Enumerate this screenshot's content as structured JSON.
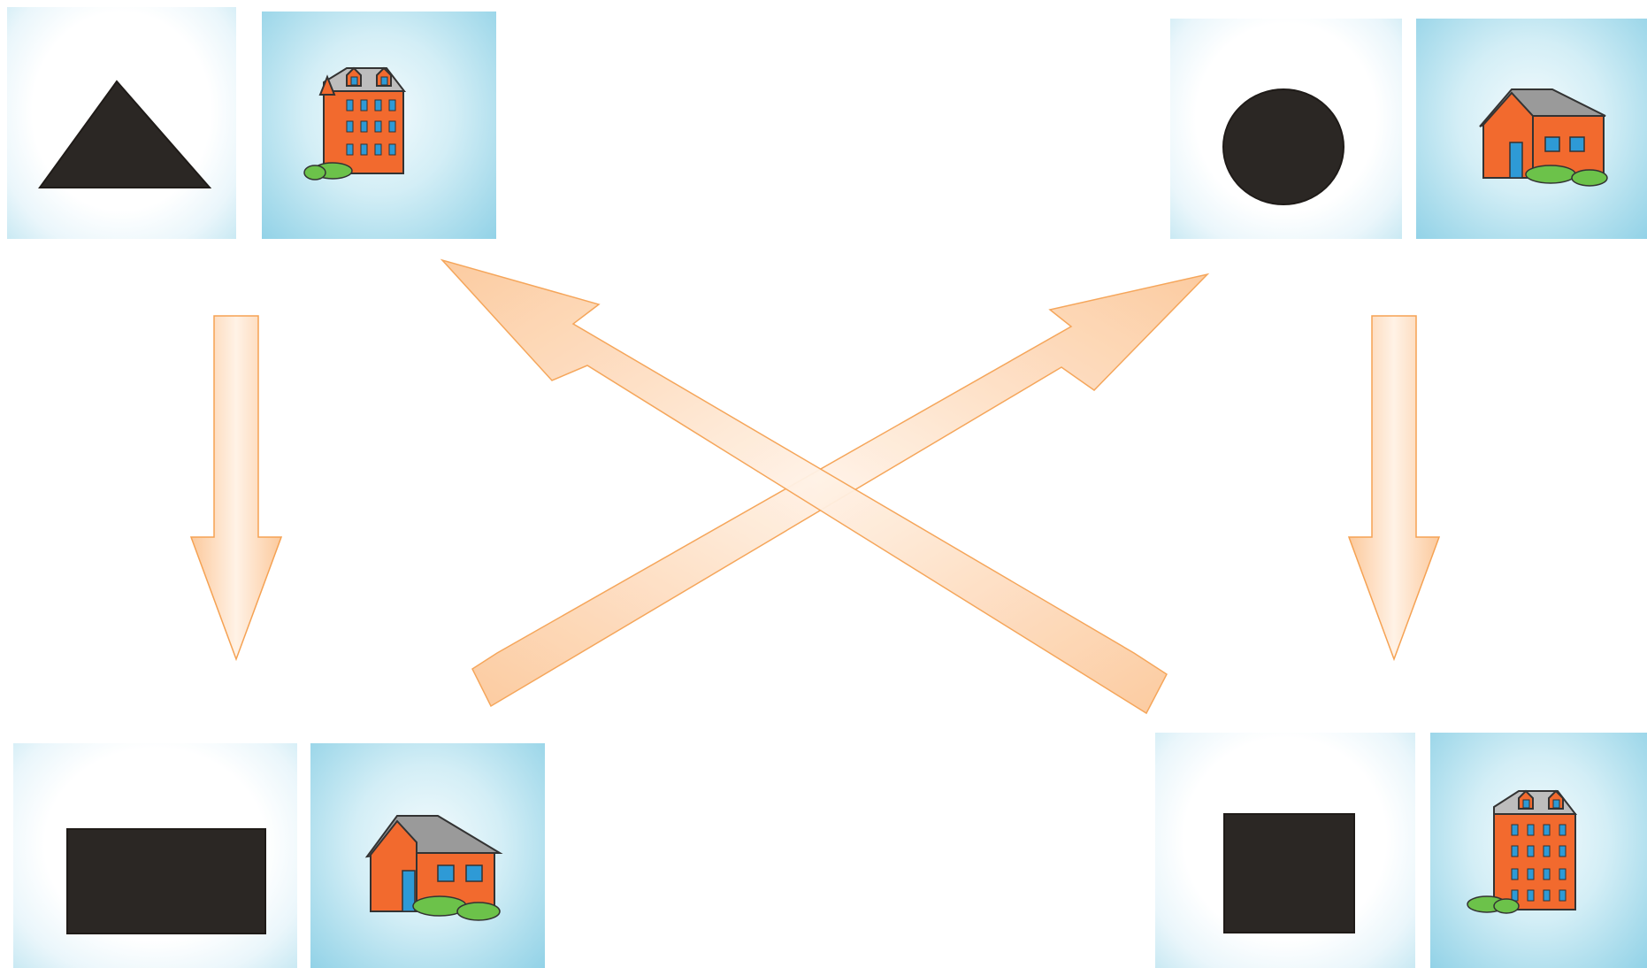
{
  "diagram": {
    "colors": {
      "arrow_fill_light": "#fff2e6",
      "arrow_fill_dark": "#fcc99c",
      "arrow_stroke": "#f5a253",
      "shape_fill": "#2b2724",
      "brick": "#f26a2e",
      "roof": "#8c8c8c",
      "window": "#2e9ad6",
      "bush": "#6cc24a",
      "sky": "#a9dcec"
    },
    "cards": [
      {
        "id": "top-left-shape",
        "shape": "triangle"
      },
      {
        "id": "top-left-house",
        "building": "tall-building"
      },
      {
        "id": "top-right-shape",
        "shape": "circle"
      },
      {
        "id": "top-right-house",
        "building": "small-house"
      },
      {
        "id": "bottom-left-shape",
        "shape": "rectangle"
      },
      {
        "id": "bottom-left-house",
        "building": "small-house"
      },
      {
        "id": "bottom-right-shape",
        "shape": "square"
      },
      {
        "id": "bottom-right-house",
        "building": "tall-building"
      }
    ],
    "arrows": [
      {
        "from": "top-left",
        "to": "bottom-left"
      },
      {
        "from": "top-right",
        "to": "bottom-right"
      },
      {
        "from": "bottom-right",
        "to": "top-left"
      },
      {
        "from": "bottom-left",
        "to": "top-right"
      }
    ]
  }
}
